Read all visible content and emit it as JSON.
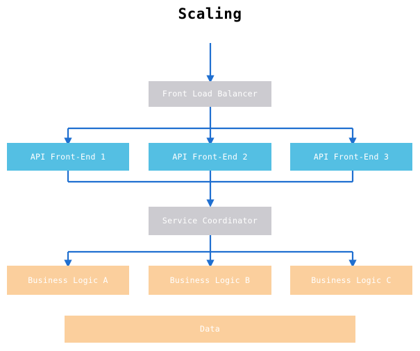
{
  "title": "Scaling",
  "colors": {
    "background": "#ffffff",
    "title_text": "#000000",
    "gray_node": "#cccbd0",
    "cyan_node": "#54bfe3",
    "peach_node": "#fbcf9d",
    "node_text": "#ffffff",
    "connector": "#1f6fd0"
  },
  "diagram": {
    "type": "flowchart",
    "orientation": "top-to-bottom",
    "tiers": [
      {
        "name": "load-balancer-tier",
        "nodes": [
          {
            "id": "front-load-balancer",
            "label": "Front Load Balancer",
            "style": "gray"
          }
        ]
      },
      {
        "name": "api-tier",
        "nodes": [
          {
            "id": "api-front-end-1",
            "label": "API Front-End 1",
            "style": "cyan"
          },
          {
            "id": "api-front-end-2",
            "label": "API Front-End 2",
            "style": "cyan"
          },
          {
            "id": "api-front-end-3",
            "label": "API Front-End 3",
            "style": "cyan"
          }
        ]
      },
      {
        "name": "coordinator-tier",
        "nodes": [
          {
            "id": "service-coordinator",
            "label": "Service Coordinator",
            "style": "gray"
          }
        ]
      },
      {
        "name": "business-logic-tier",
        "nodes": [
          {
            "id": "business-logic-a",
            "label": "Business Logic A",
            "style": "peach"
          },
          {
            "id": "business-logic-b",
            "label": "Business Logic B",
            "style": "peach"
          },
          {
            "id": "business-logic-c",
            "label": "Business Logic C",
            "style": "peach"
          }
        ]
      },
      {
        "name": "data-tier",
        "nodes": [
          {
            "id": "data",
            "label": "Data",
            "style": "peach"
          }
        ]
      }
    ],
    "edges": [
      {
        "from": "external-input",
        "to": "front-load-balancer",
        "arrow": true
      },
      {
        "from": "front-load-balancer",
        "to": "api-front-end-1",
        "arrow": true
      },
      {
        "from": "front-load-balancer",
        "to": "api-front-end-2",
        "arrow": true
      },
      {
        "from": "front-load-balancer",
        "to": "api-front-end-3",
        "arrow": true
      },
      {
        "from": "api-front-end-1",
        "to": "service-coordinator",
        "arrow": true
      },
      {
        "from": "api-front-end-2",
        "to": "service-coordinator",
        "arrow": true
      },
      {
        "from": "api-front-end-3",
        "to": "service-coordinator",
        "arrow": true
      },
      {
        "from": "service-coordinator",
        "to": "business-logic-a",
        "arrow": true
      },
      {
        "from": "service-coordinator",
        "to": "business-logic-b",
        "arrow": true
      },
      {
        "from": "service-coordinator",
        "to": "business-logic-c",
        "arrow": true
      }
    ]
  }
}
